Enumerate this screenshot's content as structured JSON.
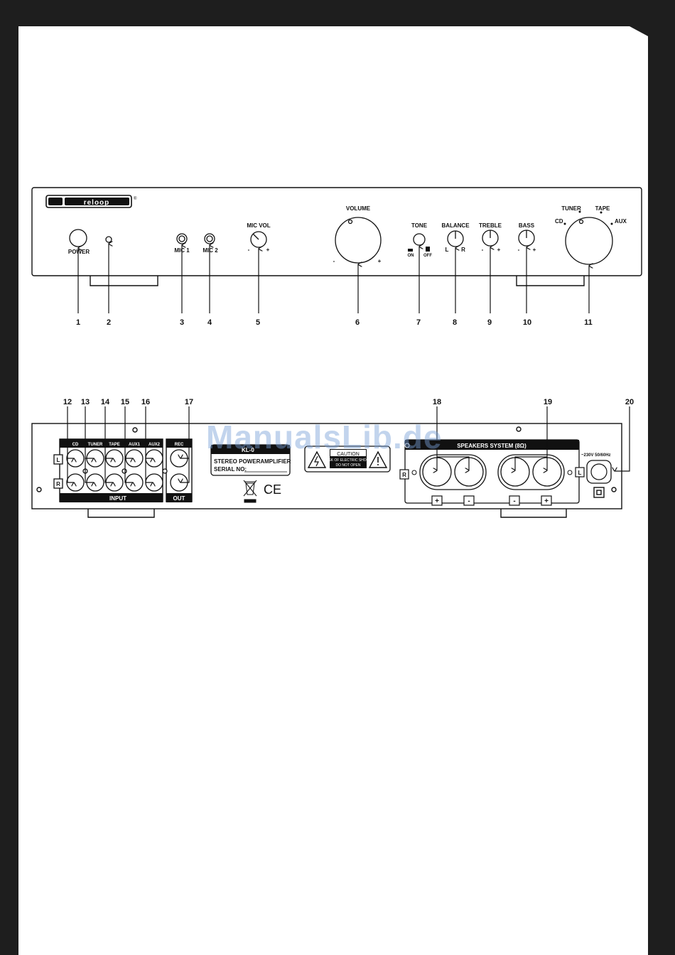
{
  "brand": {
    "logo_text": "reloop",
    "trademark": "®"
  },
  "front_panel": {
    "power": "POWER",
    "mic1": "MIC 1",
    "mic2": "MIC 2",
    "mic_vol": "MIC VOL",
    "volume": "VOLUME",
    "tone": "TONE",
    "tone_on": "ON",
    "tone_off": "OFF",
    "balance": "BALANCE",
    "balance_l": "L",
    "balance_r": "R",
    "treble": "TREBLE",
    "bass": "BASS",
    "selector": {
      "cd": "CD",
      "tuner": "TUNER",
      "tape": "TAPE",
      "aux": "AUX"
    },
    "minus": "-",
    "plus": "+"
  },
  "front_callouts": [
    "1",
    "2",
    "3",
    "4",
    "5",
    "6",
    "7",
    "8",
    "9",
    "10",
    "11"
  ],
  "rear_panel": {
    "inputs": [
      "CD",
      "TUNER",
      "TAPE",
      "AUX1",
      "AUX2"
    ],
    "rec": "REC",
    "input_label": "INPUT",
    "out_label": "OUT",
    "channel_l": "L",
    "channel_r": "R",
    "model_partial": "KL-0",
    "product_line1": "STEREO POWERAMPLIFIER",
    "product_line2": "SERIAL NO:",
    "caution_title": "CAUTION",
    "caution_line1": "RISK OF ELECTRIC SHOCK",
    "caution_line2": "DO NOT OPEN",
    "ce_mark": "CE",
    "speakers_title": "SPEAKERS SYSTEM (8Ω)",
    "mains": "~230V 50/60Hz",
    "terminal_signs": [
      "+",
      "-",
      "-",
      "+"
    ]
  },
  "rear_callouts": [
    "12",
    "13",
    "14",
    "15",
    "16",
    "17",
    "18",
    "19",
    "20"
  ],
  "watermark": "ManualsLib.de"
}
